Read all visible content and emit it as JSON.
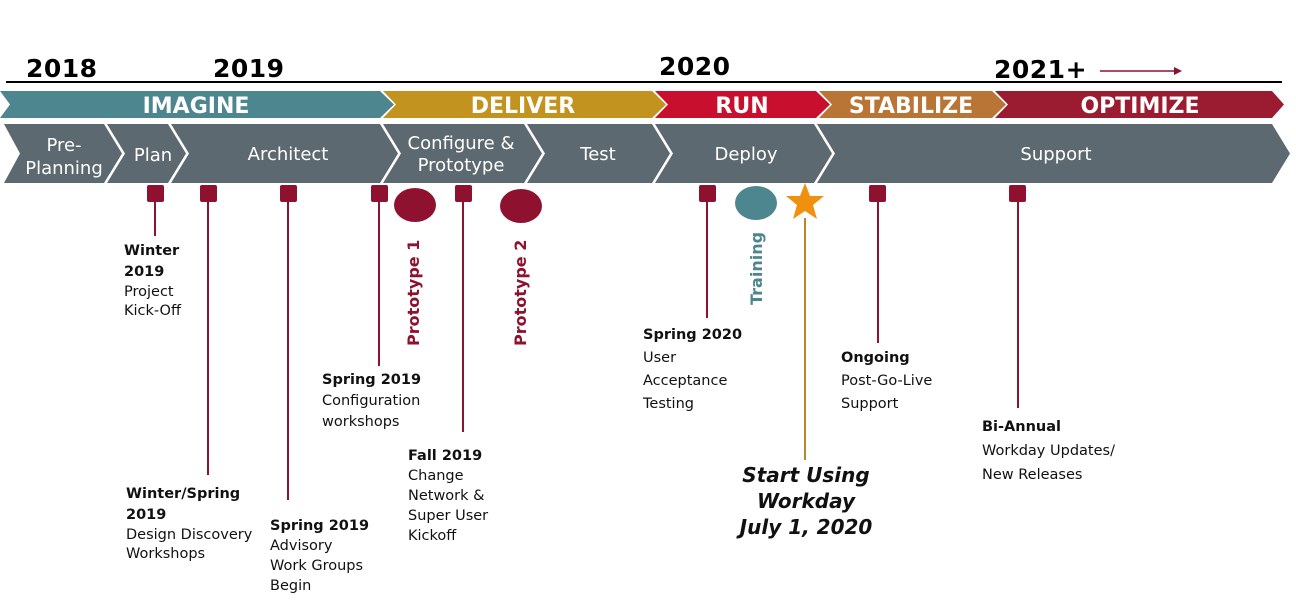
{
  "years": [
    {
      "label": "2018"
    },
    {
      "label": "2019"
    },
    {
      "label": "2020"
    },
    {
      "label": "2021+"
    }
  ],
  "phases": [
    {
      "label": "IMAGINE",
      "color": "#4e8690"
    },
    {
      "label": "DELIVER",
      "color": "#c39320"
    },
    {
      "label": "RUN",
      "color": "#c8102e"
    },
    {
      "label": "STABILIZE",
      "color": "#b87535"
    },
    {
      "label": "OPTIMIZE",
      "color": "#9b1b30"
    }
  ],
  "stages": [
    {
      "line1": "Pre-",
      "line2": "Planning"
    },
    {
      "label": "Plan"
    },
    {
      "label": "Architect"
    },
    {
      "line1": "Configure &",
      "line2": "Prototype"
    },
    {
      "label": "Test"
    },
    {
      "label": "Deploy"
    },
    {
      "label": "Support"
    }
  ],
  "stage_color": "#5d6970",
  "milestones": [
    {
      "when": "Winter",
      "when2": "2019",
      "what": "Project",
      "what2": "Kick-Off"
    },
    {
      "when": "Winter/Spring",
      "when2": "2019",
      "what": "Design Discovery",
      "what2": "Workshops"
    },
    {
      "when": "Spring 2019",
      "what": "Advisory",
      "what2": "Work Groups",
      "what3": "Begin"
    },
    {
      "when": "Spring 2019",
      "what": "Configuration",
      "what2": "workshops"
    },
    {
      "when": "Fall 2019",
      "what": "Change",
      "what2": "Network &",
      "what3": "Super User",
      "what4": "Kickoff"
    },
    {
      "when": "Spring 2020",
      "what": "User",
      "what2": "Acceptance",
      "what3": "Testing"
    },
    {
      "when": "Ongoing",
      "what": "Post-Go-Live",
      "what2": "Support"
    },
    {
      "when": "Bi-Annual",
      "what": "Workday Updates/",
      "what2": "New Releases"
    }
  ],
  "events": [
    {
      "label": "Prototype 1",
      "color": "#8e1230"
    },
    {
      "label": "Prototype 2",
      "color": "#8e1230"
    },
    {
      "label": "Training",
      "color": "#4e8690"
    }
  ],
  "go_live": {
    "line1": "Start Using",
    "line2": "Workday",
    "line3": "July 1, 2020",
    "star_color": "#f0900f",
    "line_color": "#b8862e"
  },
  "marker_color": "#8e1230"
}
